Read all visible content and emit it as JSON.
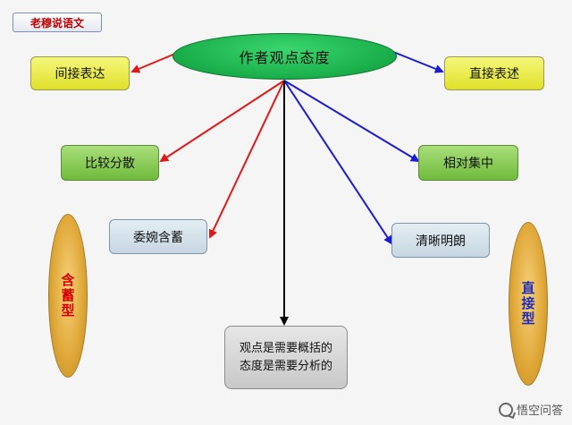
{
  "tag": "老穆说语文",
  "center": "作者观点态度",
  "left_nodes": [
    "间接表达",
    "比较分散",
    "委婉含蓄"
  ],
  "right_nodes": [
    "直接表述",
    "相对集中",
    "清晰明朗"
  ],
  "bottom": {
    "line1": "观点是需要概括的",
    "line2": "态度是需要分析的"
  },
  "side_left": "含蓄型",
  "side_right": "直接型",
  "watermark": "悟空问答",
  "colors": {
    "left_arrow": "#e01818",
    "right_arrow": "#1a1ad6",
    "down_arrow": "#000000"
  }
}
